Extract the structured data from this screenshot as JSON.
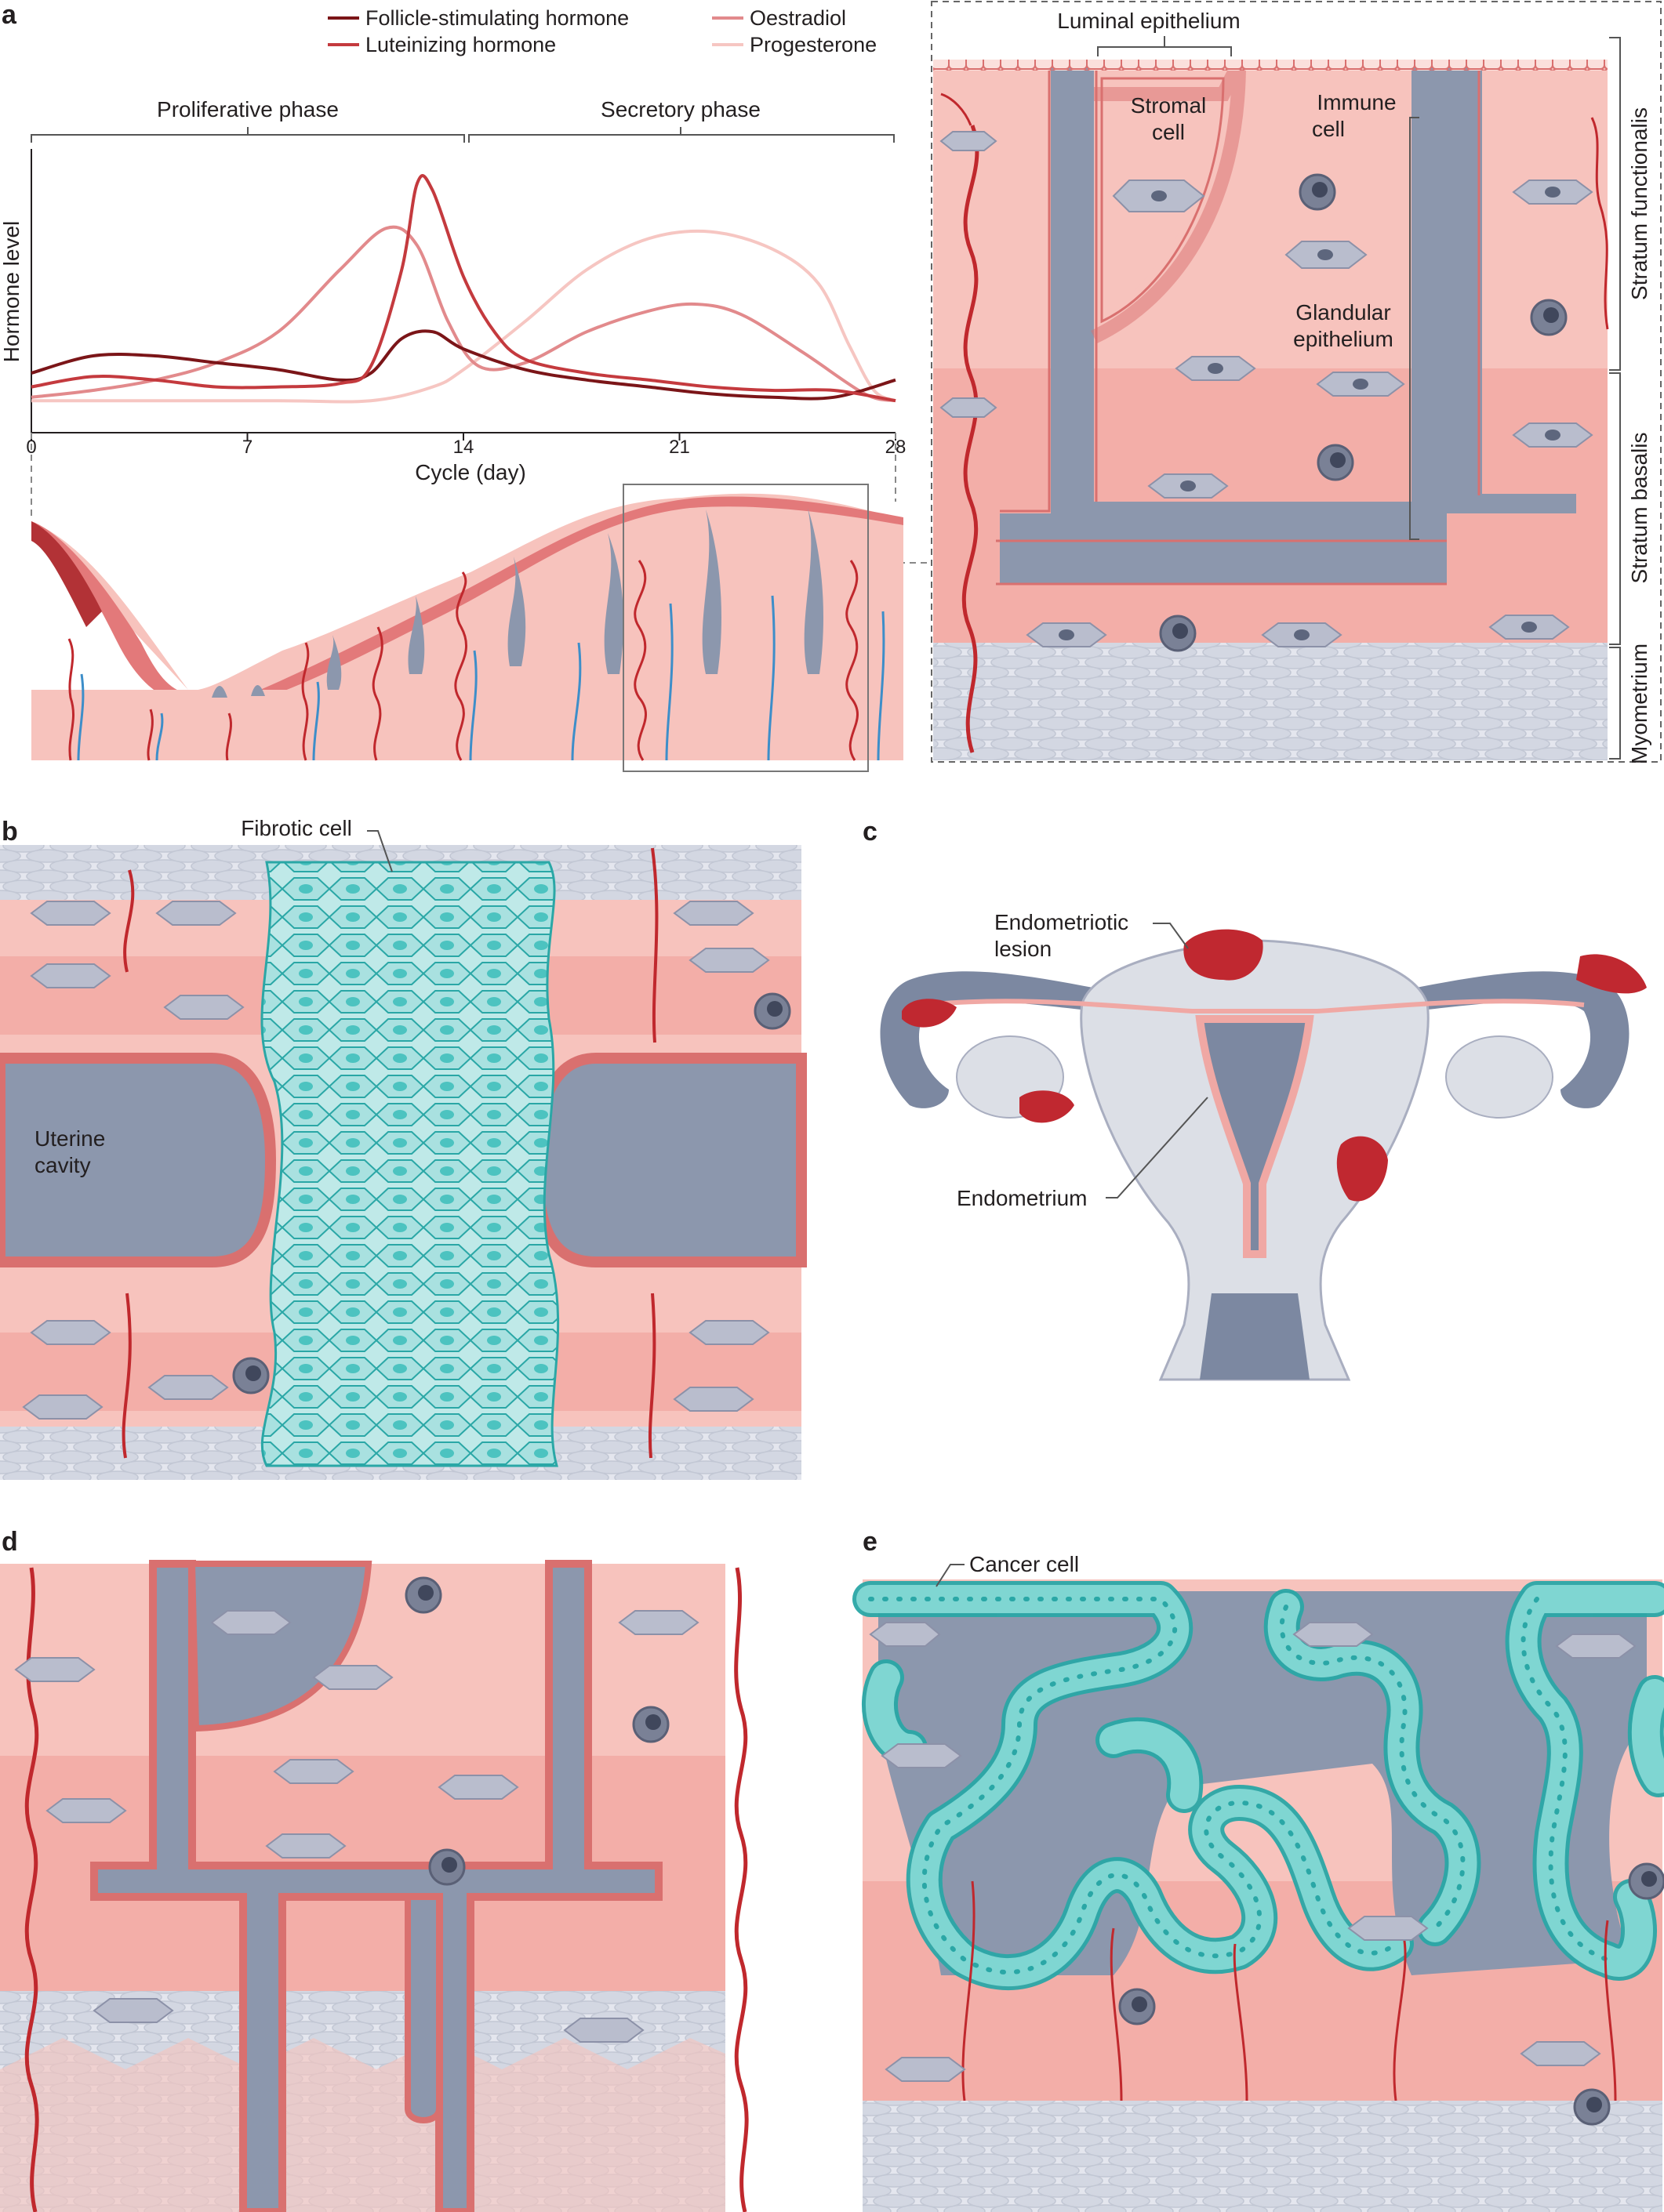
{
  "panels": {
    "a": "a",
    "b": "b",
    "c": "c",
    "d": "d",
    "e": "e"
  },
  "legend": [
    {
      "label": "Follicle-stimulating hormone",
      "color": "#7b1518"
    },
    {
      "label": "Luteinizing hormone",
      "color": "#c43a3e"
    },
    {
      "label": "Oestradiol",
      "color": "#e28a8c"
    },
    {
      "label": "Progesterone",
      "color": "#f6c6c2"
    }
  ],
  "phases": {
    "proliferative": "Proliferative phase",
    "secretory": "Secretory phase"
  },
  "chart_data": {
    "type": "line",
    "title": "",
    "xlabel": "Cycle (day)",
    "ylabel": "Hormone level",
    "xlim": [
      0,
      28
    ],
    "x_ticks": [
      "0",
      "7",
      "14",
      "21",
      "28"
    ],
    "y_ticks_shown": false,
    "series": [
      {
        "name": "Follicle-stimulating hormone",
        "color": "#7b1518",
        "x": [
          0,
          2,
          4,
          6,
          8,
          10,
          11,
          12,
          13,
          14,
          16,
          18,
          20,
          22,
          24,
          26,
          28
        ],
        "y": [
          0.1,
          0.15,
          0.15,
          0.13,
          0.11,
          0.08,
          0.1,
          0.2,
          0.22,
          0.17,
          0.11,
          0.08,
          0.06,
          0.04,
          0.03,
          0.03,
          0.08
        ]
      },
      {
        "name": "Luteinizing hormone",
        "color": "#c43a3e",
        "x": [
          0,
          2,
          4,
          6,
          8,
          10,
          11,
          12,
          12.5,
          13,
          14,
          15,
          16,
          18,
          20,
          22,
          24,
          26,
          28
        ],
        "y": [
          0.06,
          0.09,
          0.08,
          0.06,
          0.06,
          0.07,
          0.12,
          0.4,
          0.65,
          0.63,
          0.38,
          0.22,
          0.14,
          0.1,
          0.08,
          0.06,
          0.05,
          0.05,
          0.02
        ]
      },
      {
        "name": "Oestradiol",
        "color": "#e28a8c",
        "x": [
          0,
          2,
          4,
          6,
          8,
          10,
          11.5,
          12.5,
          13.5,
          14.5,
          16,
          18,
          20,
          21.5,
          23,
          25,
          27,
          28
        ],
        "y": [
          0.03,
          0.05,
          0.08,
          0.13,
          0.22,
          0.4,
          0.52,
          0.47,
          0.25,
          0.12,
          0.13,
          0.22,
          0.28,
          0.3,
          0.27,
          0.16,
          0.04,
          0.02
        ]
      },
      {
        "name": "Progesterone",
        "color": "#f6c6c2",
        "x": [
          0,
          4,
          8,
          11,
          13,
          14,
          16,
          18,
          20,
          22,
          24,
          25.5,
          26.5,
          27.3,
          28
        ],
        "y": [
          0.02,
          0.02,
          0.02,
          0.02,
          0.06,
          0.11,
          0.25,
          0.4,
          0.49,
          0.51,
          0.46,
          0.36,
          0.18,
          0.05,
          0.02
        ]
      }
    ]
  },
  "labels_a": {
    "luminal_epithelium": "Luminal epithelium",
    "stromal_1": "Stromal",
    "stromal_2": "cell",
    "immune_1": "Immune",
    "immune_2": "cell",
    "glandular_1": "Glandular",
    "glandular_2": "epithelium",
    "stratum_functionalis": "Stratum functionalis",
    "stratum_basalis": "Stratum basalis",
    "myometrium": "Myometrium"
  },
  "labels_b": {
    "fibrotic_cell": "Fibrotic cell",
    "uterine_1": "Uterine",
    "uterine_2": "cavity"
  },
  "labels_c": {
    "lesion_1": "Endometriotic",
    "lesion_2": "lesion",
    "endometrium": "Endometrium"
  },
  "labels_e": {
    "cancer_cell": "Cancer cell"
  },
  "colors": {
    "tissue_pink": "#f7c3bd",
    "tissue_deep": "#f1a9a3",
    "lumen": "#8c97ad",
    "vessel_red": "#c0282d",
    "vein_blue": "#3d8ec9",
    "myometrium": "#dfe2ea",
    "fibrotic": "#9fdcdc",
    "cancer": "#7fd6d2",
    "lesion": "#c02830"
  }
}
